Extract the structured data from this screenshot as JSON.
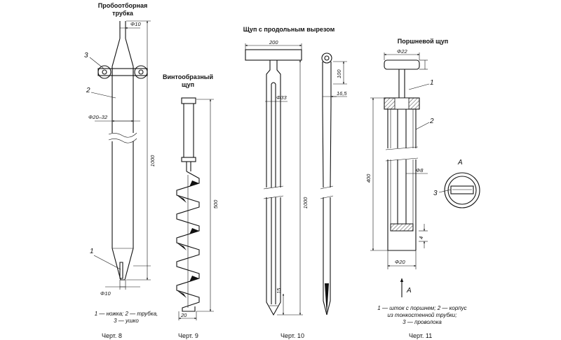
{
  "fig8": {
    "title_line1": "Пробоотборная",
    "title_line2": "трубка",
    "dim_top": "Φ10",
    "dim_mid": "Φ20–32",
    "dim_length": "1000",
    "dim_bottom": "Φ10",
    "label_1": "1",
    "label_2": "2",
    "label_3": "3",
    "legend_line1": "1 — ножка; 2 — трубка,",
    "legend_line2": "3 — ушко",
    "caption": "Черт. 8"
  },
  "fig9": {
    "title_line1": "Винтообразный",
    "title_line2": "щуп",
    "dim_screw": "500",
    "dim_bottom": "20",
    "caption": "Черт. 9"
  },
  "fig10": {
    "title": "Щуп с продольным вырезом",
    "dim_handle": "200",
    "dim_rod": "Φ33",
    "dim_length": "1000",
    "dim_slot": "100",
    "dim_width": "16,5",
    "dim_tip": "15",
    "caption": "Черт. 10"
  },
  "fig11": {
    "title": "Поршневой щуп",
    "dim_top": "Φ22",
    "dim_length": "400",
    "dim_inner": "Φ8",
    "dim_bottom": "Φ20",
    "dim_small": "4",
    "label_1": "1",
    "label_2": "2",
    "label_3": "3",
    "view_label": "A",
    "arrow_label": "A",
    "legend_line1": "1 — шток с поршнем; 2 — корпус",
    "legend_line2": "из тонкостенной трубки;",
    "legend_line3": "3 — проволока",
    "caption": "Черт. 11"
  }
}
